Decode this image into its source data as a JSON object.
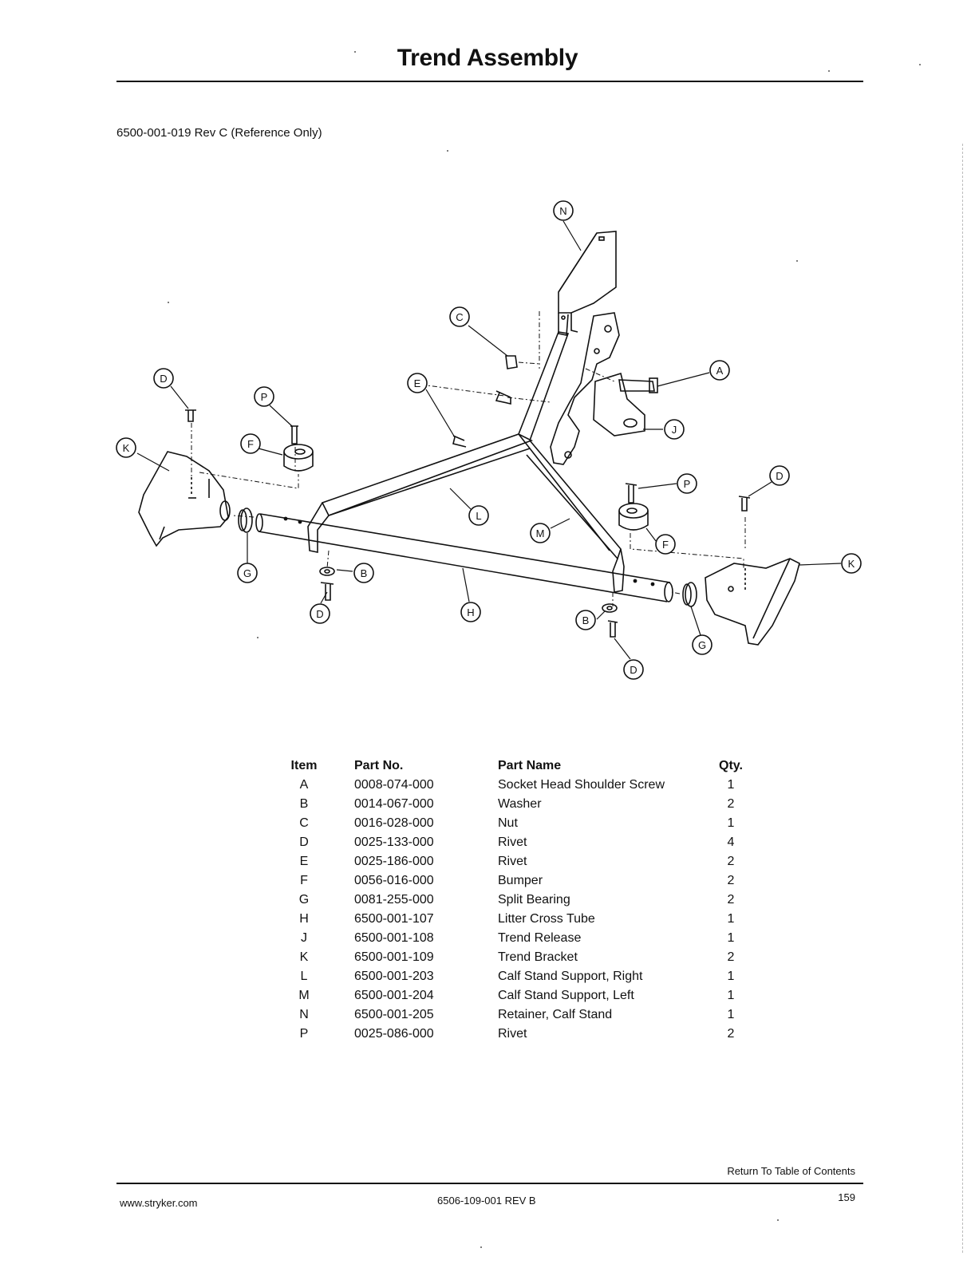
{
  "page": {
    "title": "Trend Assembly",
    "reference": "6500-001-019 Rev C (Reference Only)"
  },
  "diagram": {
    "callouts": {
      "a": "A",
      "b": "B",
      "c": "C",
      "d": "D",
      "e": "E",
      "f": "F",
      "g": "G",
      "h": "H",
      "j": "J",
      "k": "K",
      "l": "L",
      "m": "M",
      "n": "N",
      "p": "P"
    }
  },
  "table": {
    "headers": {
      "item": "Item",
      "part_no": "Part No.",
      "part_name": "Part Name",
      "qty": "Qty."
    },
    "rows": [
      {
        "item": "A",
        "part_no": "0008-074-000",
        "part_name": "Socket Head Shoulder Screw",
        "qty": "1"
      },
      {
        "item": "B",
        "part_no": "0014-067-000",
        "part_name": "Washer",
        "qty": "2"
      },
      {
        "item": "C",
        "part_no": "0016-028-000",
        "part_name": "Nut",
        "qty": "1"
      },
      {
        "item": "D",
        "part_no": "0025-133-000",
        "part_name": "Rivet",
        "qty": "4"
      },
      {
        "item": "E",
        "part_no": "0025-186-000",
        "part_name": "Rivet",
        "qty": "2"
      },
      {
        "item": "F",
        "part_no": "0056-016-000",
        "part_name": "Bumper",
        "qty": "2"
      },
      {
        "item": "G",
        "part_no": "0081-255-000",
        "part_name": "Split Bearing",
        "qty": "2"
      },
      {
        "item": "H",
        "part_no": "6500-001-107",
        "part_name": "Litter Cross Tube",
        "qty": "1"
      },
      {
        "item": "J",
        "part_no": "6500-001-108",
        "part_name": "Trend Release",
        "qty": "1"
      },
      {
        "item": "K",
        "part_no": "6500-001-109",
        "part_name": "Trend Bracket",
        "qty": "2"
      },
      {
        "item": "L",
        "part_no": "6500-001-203",
        "part_name": "Calf Stand Support, Right",
        "qty": "1"
      },
      {
        "item": "M",
        "part_no": "6500-001-204",
        "part_name": "Calf Stand Support, Left",
        "qty": "1"
      },
      {
        "item": "N",
        "part_no": "6500-001-205",
        "part_name": "Retainer, Calf Stand",
        "qty": "1"
      },
      {
        "item": "P",
        "part_no": "0025-086-000",
        "part_name": "Rivet",
        "qty": "2"
      }
    ]
  },
  "footer": {
    "toc_link": "Return To Table of Contents",
    "url": "www.stryker.com",
    "doc_number": "6506-109-001 REV B",
    "page_number": "159"
  }
}
